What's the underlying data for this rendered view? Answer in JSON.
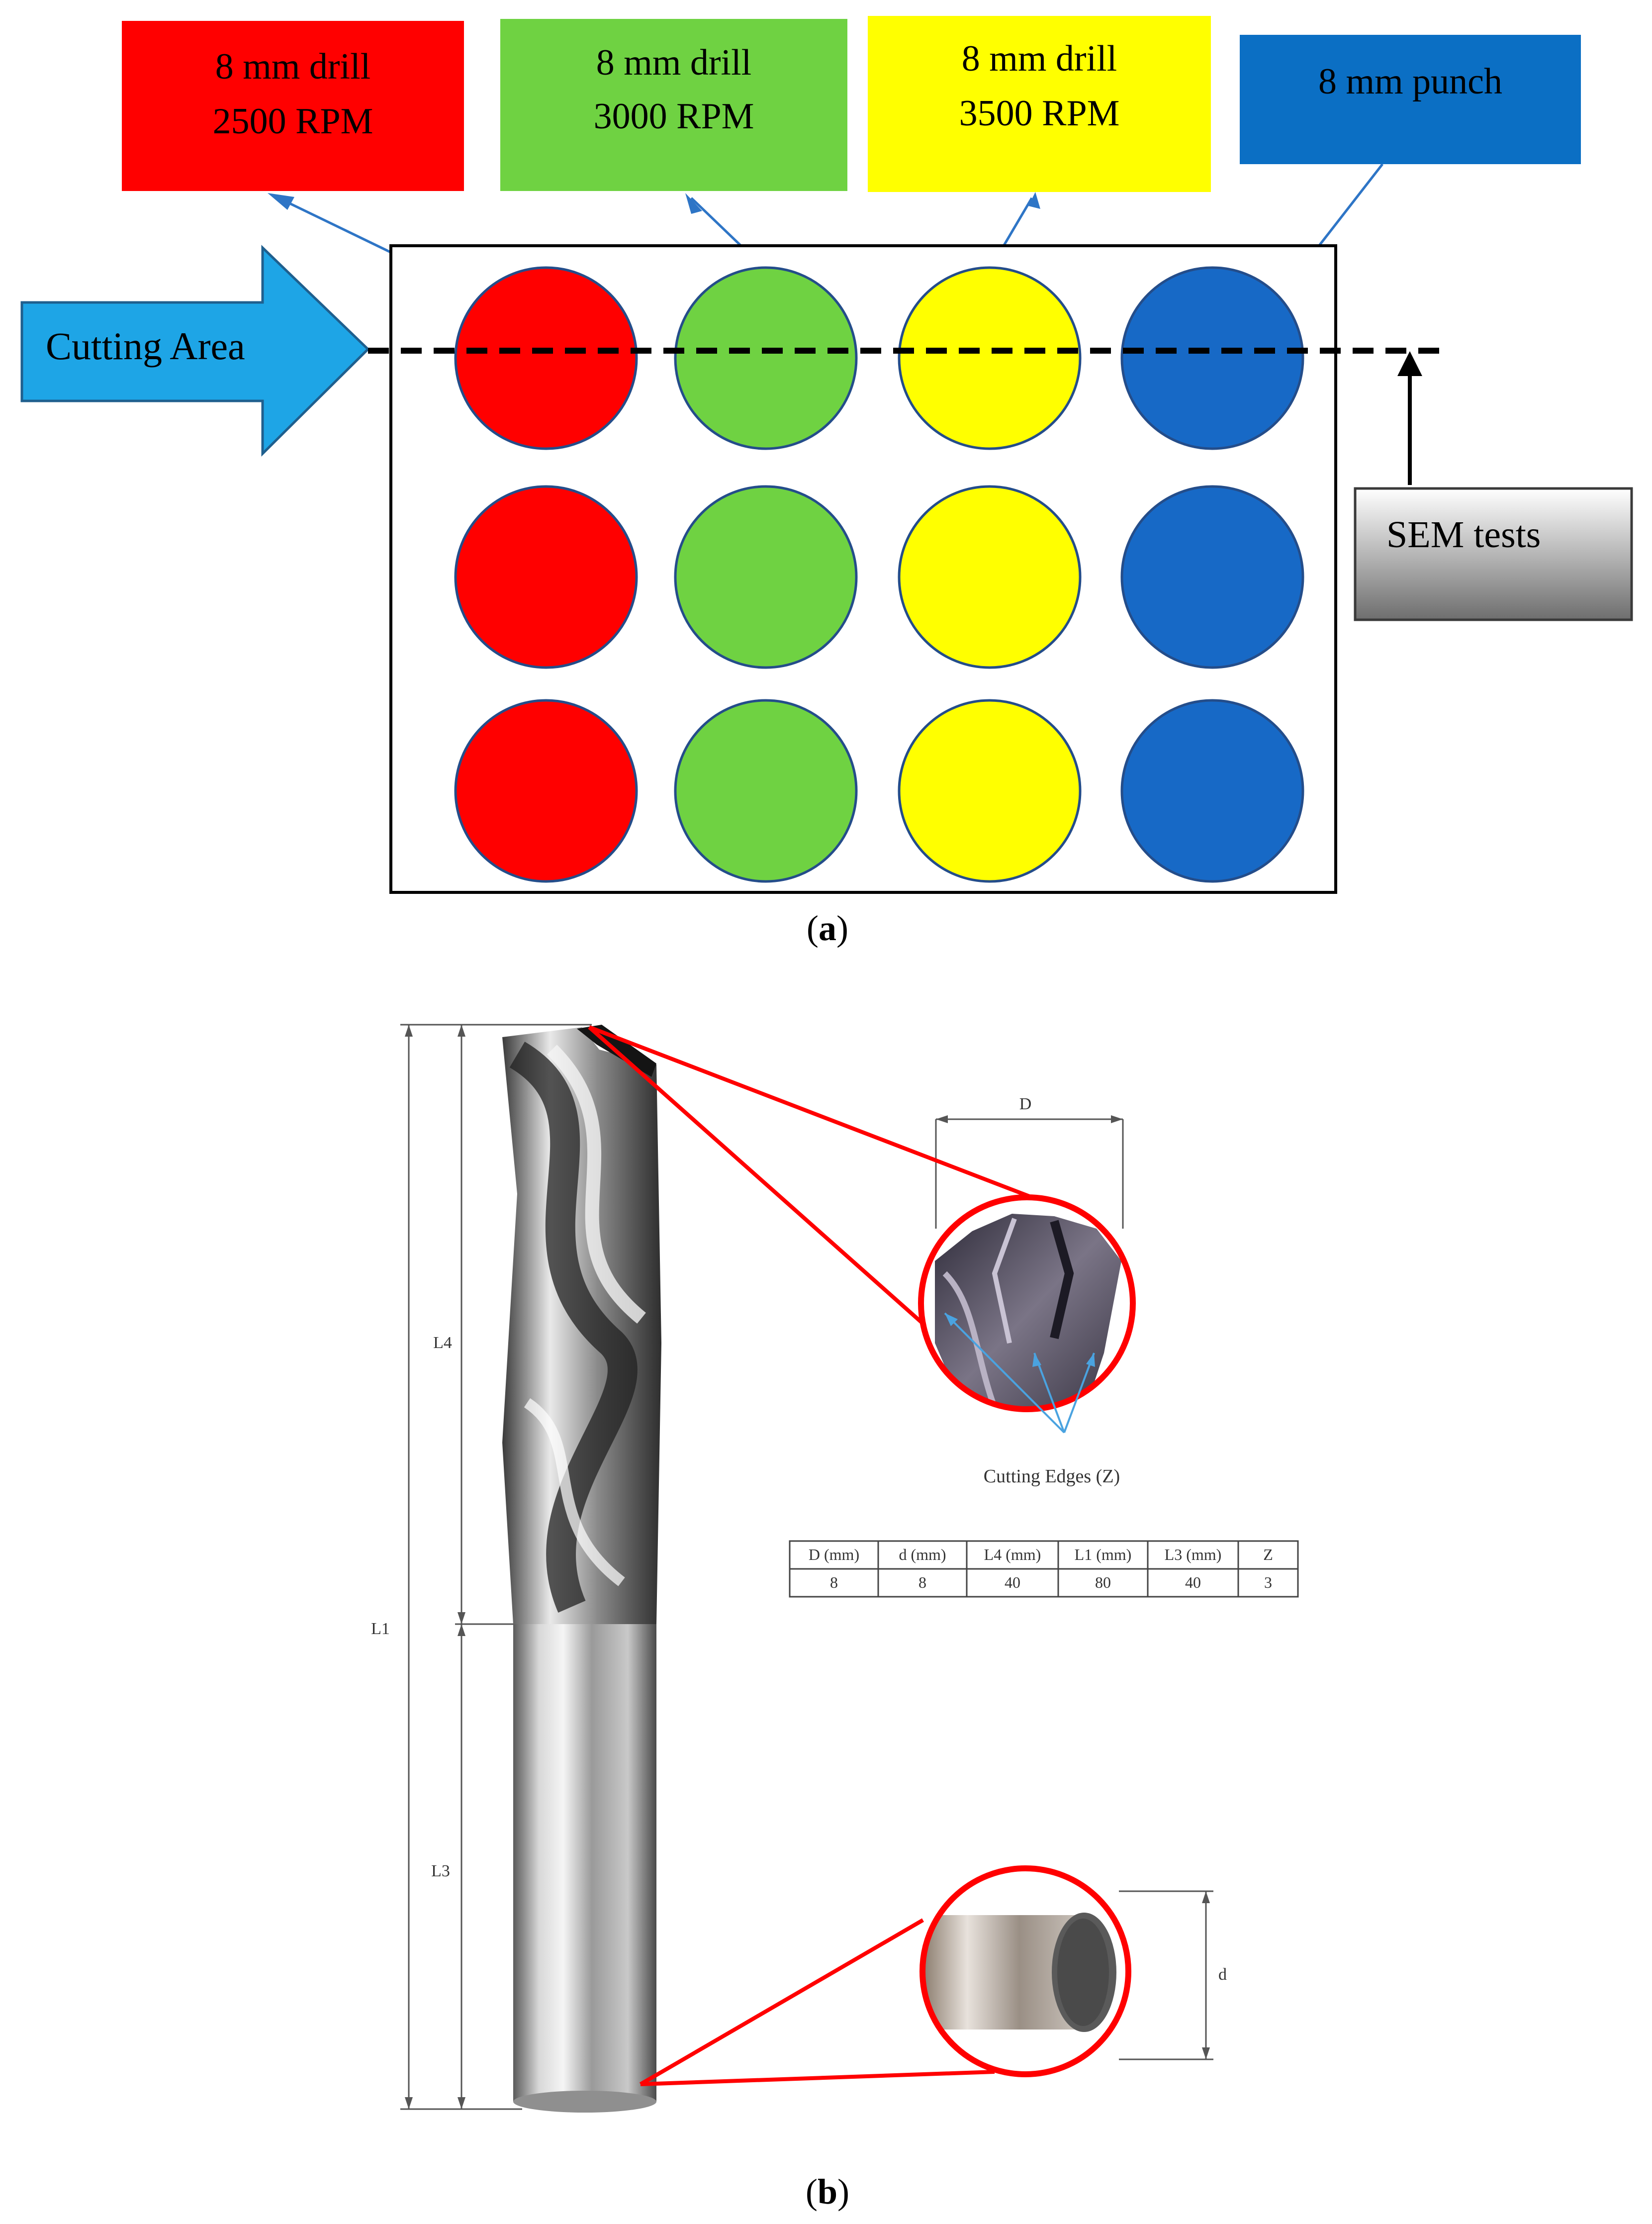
{
  "panel_a": {
    "labels": [
      {
        "line1": "8 mm drill",
        "line2": "2500 RPM",
        "color": "#ff0000"
      },
      {
        "line1": "8 mm drill",
        "line2": "3000 RPM",
        "color": "#6fd242"
      },
      {
        "line1": "8 mm drill",
        "line2": "3500 RPM",
        "color": "#ffff00"
      },
      {
        "line1": "8 mm punch",
        "line2": "",
        "color": "#0b6fc4"
      }
    ],
    "circle_colors": [
      "#ff0000",
      "#6fd242",
      "#ffff00",
      "#1769c6"
    ],
    "cutting_area": "Cutting Area",
    "sem_tests": "SEM tests",
    "caption_letter": "a"
  },
  "panel_b": {
    "dims": {
      "D": "D",
      "d": "d",
      "L1": "L1",
      "L3": "L3",
      "L4": "L4"
    },
    "cutting_edges": "Cutting Edges (Z)",
    "table": {
      "headers": [
        "D (mm)",
        "d (mm)",
        "L4 (mm)",
        "L1 (mm)",
        "L3 (mm)",
        "Z"
      ],
      "values": [
        "8",
        "8",
        "40",
        "80",
        "40",
        "3"
      ]
    },
    "caption_letter": "b"
  },
  "colors": {
    "accent_red": "#ff0000",
    "arrow_blue": "#1ea5e6",
    "leader_blue": "#2e75c6"
  }
}
